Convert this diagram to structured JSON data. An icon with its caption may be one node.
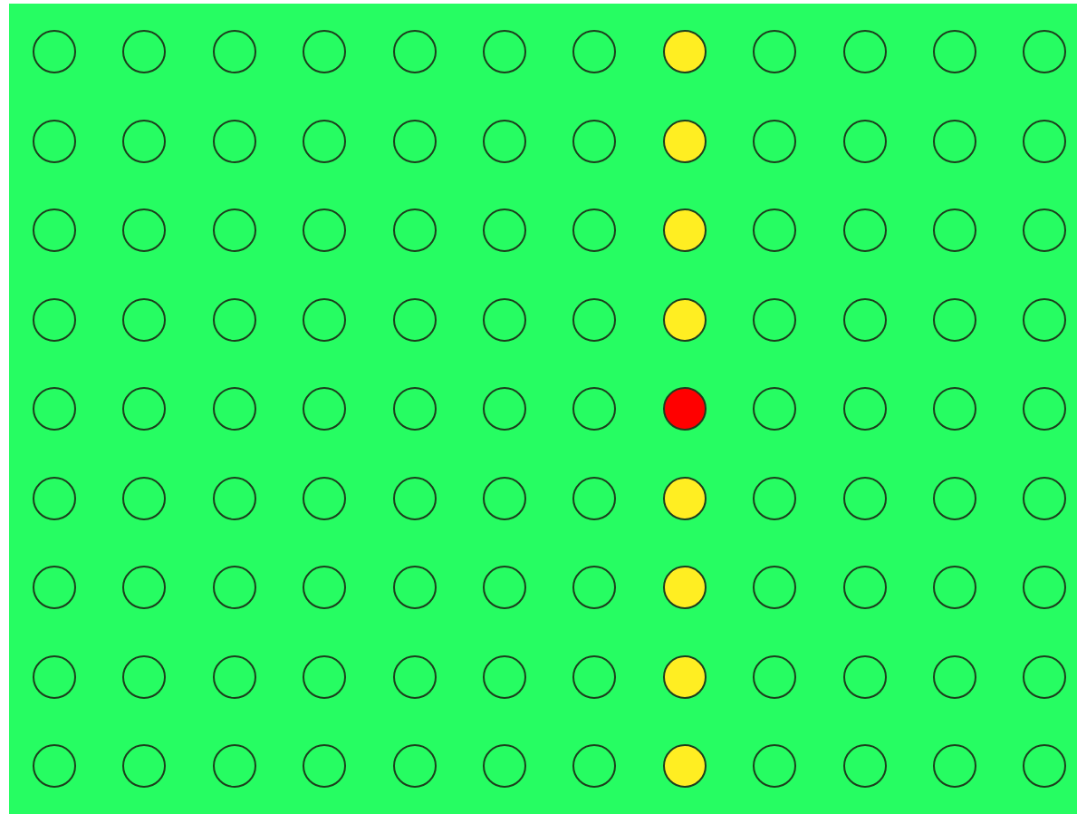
{
  "diagram": {
    "nodes": [
      {
        "text": [],
        "shape": "circle"
      },
      {
        "text": [],
        "shape": "circle"
      },
      {
        "text": [],
        "shape": "circle"
      },
      {
        "text": [],
        "shape": "circle"
      },
      {
        "text": [],
        "shape": "circle"
      },
      {
        "text": [],
        "shape": "circle"
      },
      {
        "text": [],
        "shape": "circle"
      },
      {
        "text": [],
        "shape": "circle"
      },
      {
        "text": [],
        "shape": "circle"
      },
      {
        "text": [],
        "shape": "circle"
      },
      {
        "text": [],
        "shape": "circle"
      },
      {
        "text": [],
        "shape": "circle"
      },
      {
        "text": [],
        "shape": "circle"
      },
      {
        "text": [],
        "shape": "circle"
      },
      {
        "text": [],
        "shape": "circle"
      },
      {
        "text": [],
        "shape": "circle"
      },
      {
        "text": [],
        "shape": "circle"
      },
      {
        "text": [],
        "shape": "circle"
      },
      {
        "text": [],
        "shape": "circle"
      },
      {
        "text": [],
        "shape": "circle"
      },
      {
        "text": [],
        "shape": "circle"
      },
      {
        "text": [],
        "shape": "circle"
      },
      {
        "text": [],
        "shape": "circle"
      },
      {
        "text": [],
        "shape": "circle"
      },
      {
        "text": [],
        "shape": "circle"
      },
      {
        "text": [],
        "shape": "circle"
      },
      {
        "text": [],
        "shape": "circle"
      },
      {
        "text": [],
        "shape": "circle"
      },
      {
        "text": [],
        "shape": "circle"
      },
      {
        "text": [],
        "shape": "circle"
      },
      {
        "text": [],
        "shape": "circle"
      },
      {
        "text": [],
        "shape": "circle"
      },
      {
        "text": [],
        "shape": "circle"
      },
      {
        "text": [],
        "shape": "circle"
      },
      {
        "text": [],
        "shape": "circle"
      },
      {
        "text": [],
        "shape": "circle"
      },
      {
        "text": [],
        "shape": "circle"
      },
      {
        "text": [],
        "shape": "circle"
      },
      {
        "text": [],
        "shape": "circle"
      },
      {
        "text": [],
        "shape": "circle"
      },
      {
        "text": [],
        "shape": "circle"
      },
      {
        "text": [],
        "shape": "circle"
      },
      {
        "text": [],
        "shape": "circle"
      },
      {
        "text": [],
        "shape": "circle"
      },
      {
        "text": [],
        "shape": "circle"
      },
      {
        "text": [],
        "shape": "circle"
      },
      {
        "text": [],
        "shape": "circle"
      },
      {
        "text": [],
        "shape": "circle"
      },
      {
        "text": [],
        "shape": "circle"
      },
      {
        "text": [],
        "shape": "circle"
      },
      {
        "text": [],
        "shape": "circle"
      },
      {
        "text": [],
        "shape": "circle"
      },
      {
        "text": [],
        "shape": "circle"
      },
      {
        "text": [],
        "shape": "circle"
      },
      {
        "text": [],
        "shape": "circle"
      },
      {
        "text": [],
        "shape": "circle"
      },
      {
        "text": [],
        "shape": "circle"
      },
      {
        "text": [],
        "shape": "circle"
      },
      {
        "text": [],
        "shape": "circle"
      },
      {
        "text": [],
        "shape": "circle"
      },
      {
        "text": [],
        "shape": "circle"
      },
      {
        "text": [],
        "shape": "circle"
      },
      {
        "text": [],
        "shape": "circle"
      },
      {
        "text": [],
        "shape": "circle"
      },
      {
        "text": [],
        "shape": "circle"
      },
      {
        "text": [],
        "shape": "circle"
      },
      {
        "text": [],
        "shape": "circle"
      },
      {
        "text": [],
        "shape": "circle"
      },
      {
        "text": [],
        "shape": "circle"
      },
      {
        "text": [],
        "shape": "circle"
      },
      {
        "text": [],
        "shape": "circle"
      },
      {
        "text": [],
        "shape": "circle"
      },
      {
        "text": [],
        "shape": "circle"
      },
      {
        "text": [],
        "shape": "circle"
      },
      {
        "text": [],
        "shape": "circle"
      },
      {
        "text": [],
        "shape": "circle"
      },
      {
        "text": [],
        "shape": "circle"
      },
      {
        "text": [],
        "shape": "circle"
      },
      {
        "text": [],
        "shape": "circle"
      },
      {
        "text": [],
        "shape": "circle"
      },
      {
        "text": [],
        "shape": "circle"
      },
      {
        "text": [],
        "shape": "circle"
      },
      {
        "text": [],
        "shape": "circle"
      },
      {
        "text": [],
        "shape": "circle"
      },
      {
        "text": [],
        "shape": "circle"
      },
      {
        "text": [],
        "shape": "circle"
      },
      {
        "text": [],
        "shape": "circle"
      },
      {
        "text": [],
        "shape": "circle"
      },
      {
        "text": [],
        "shape": "circle"
      },
      {
        "text": [],
        "shape": "circle"
      },
      {
        "text": [],
        "shape": "circle"
      },
      {
        "text": [],
        "shape": "circle"
      },
      {
        "text": [],
        "shape": "circle"
      },
      {
        "text": [],
        "shape": "circle"
      },
      {
        "text": [],
        "shape": "circle"
      },
      {
        "text": [],
        "shape": "circle"
      },
      {
        "text": [],
        "shape": "circle"
      },
      {
        "text": [],
        "shape": "circle"
      },
      {
        "text": [],
        "shape": "circle"
      },
      {
        "text": [],
        "shape": "circle"
      },
      {
        "text": [],
        "shape": "circle"
      },
      {
        "text": [],
        "shape": "circle"
      },
      {
        "text": [],
        "shape": "circle"
      },
      {
        "text": [],
        "shape": "circle"
      },
      {
        "text": [],
        "shape": "circle"
      },
      {
        "text": [],
        "shape": "circle"
      },
      {
        "text": [],
        "shape": "circle"
      },
      {
        "text": [],
        "shape": "circle"
      }
    ]
  }
}
